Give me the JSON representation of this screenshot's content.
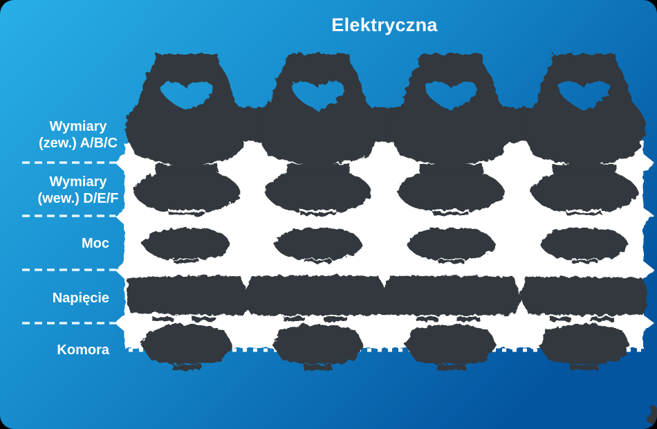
{
  "card": {
    "title": "Elektryczna"
  },
  "spec_table": {
    "row_labels": [
      [
        "Wymiary",
        "(zew.) A/B/C"
      ],
      [
        "Wymiary",
        "(wew.) D/E/F"
      ],
      [
        "Moc"
      ],
      [
        "Napięcie"
      ],
      [
        "Komora"
      ]
    ],
    "product_columns": 4
  },
  "colors": {
    "background_top_left": "#29AFE7",
    "background_mid": "#1587C9",
    "background_bottom_right": "#0455A0",
    "panel": "#FFFFFF",
    "redaction_blob": "#32373D",
    "separator": "#F2FAFF"
  }
}
